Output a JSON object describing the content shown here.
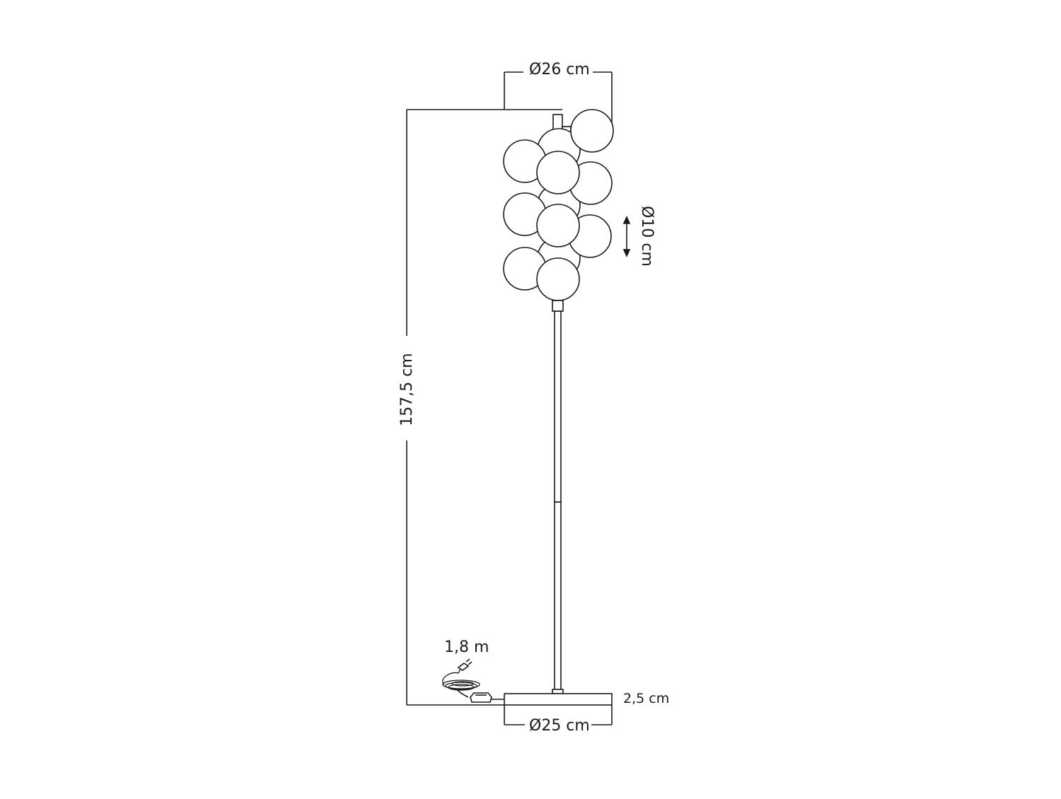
{
  "dimensions": {
    "top_width": "Ø26 cm",
    "globe_diameter": "Ø10 cm",
    "total_height": "157,5 cm",
    "cable_length": "1,8 m",
    "base_thickness": "2,5 cm",
    "base_width": "Ø25 cm"
  },
  "colors": {
    "line": "#1a1a1a",
    "globe_fill": "#ffffff",
    "background": "#ffffff"
  },
  "icons": {
    "plug": "plug-icon",
    "foot_switch": "foot-switch-icon",
    "arrow": "double-arrow-icon"
  }
}
